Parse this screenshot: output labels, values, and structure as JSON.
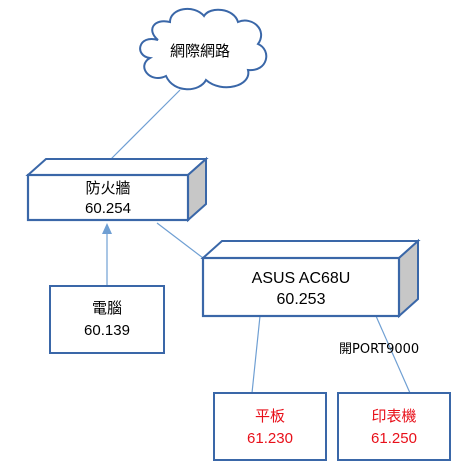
{
  "colors": {
    "border": "#3a67a8",
    "connector": "#6f9fd3",
    "box_side": "#c7c7c7",
    "text": "#000000",
    "text_alert": "#e8101a"
  },
  "cloud": {
    "label": "網際網路"
  },
  "firewall": {
    "name": "防火牆",
    "ip": "60.254"
  },
  "router": {
    "name": "ASUS AC68U",
    "ip": "60.253"
  },
  "pc": {
    "name": "電腦",
    "ip": "60.139"
  },
  "tablet": {
    "name": "平板",
    "ip": "61.230"
  },
  "printer": {
    "name": "印表機",
    "ip": "61.250"
  },
  "port_note": "開PORT9000"
}
